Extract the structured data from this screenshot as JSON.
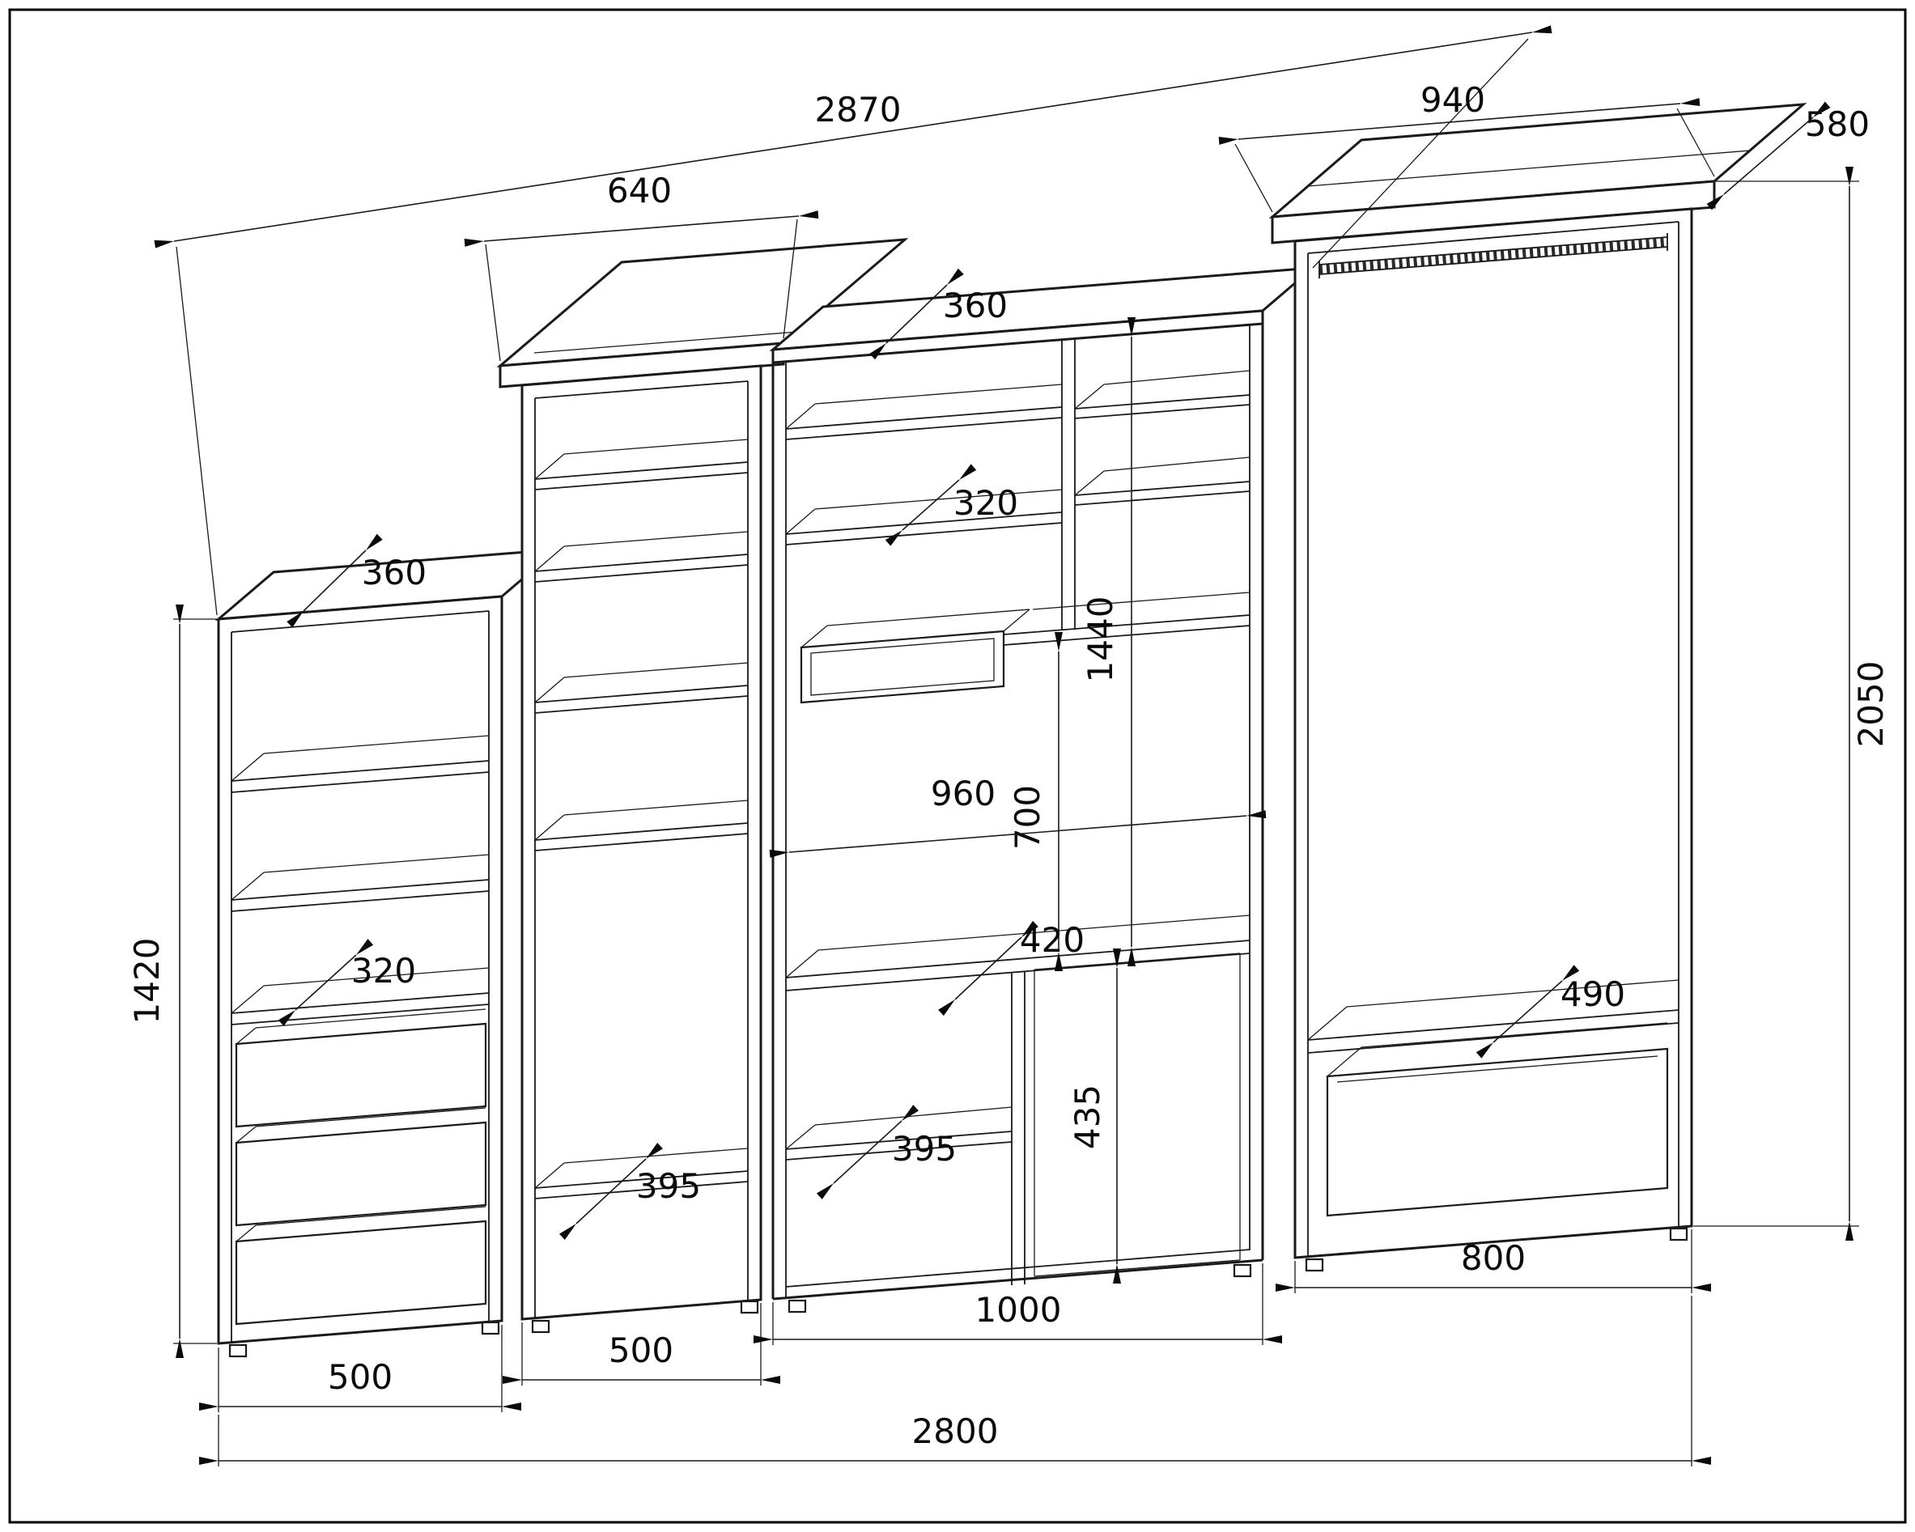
{
  "drawing": {
    "kind": "furniture wall-unit dimensional drawing",
    "colors": {
      "ink": "#1a1a1a",
      "background": "#ffffff"
    }
  },
  "dims": {
    "overall_top_width": "2870",
    "wardrobe_top_width": "940",
    "wardrobe_top_depth": "580",
    "tall_cabinet_top_width": "640",
    "center_top_depth": "360",
    "left_cabinet_top_depth": "360",
    "left_shelf_depth": "320",
    "center_shelf_depth": "320",
    "center_opening_height": "1440",
    "tv_niche_height": "700",
    "tv_niche_width": "960",
    "tv_shelf_depth": "420",
    "wardrobe_shelf_depth": "490",
    "wardrobe_height": "2050",
    "left_cabinet_height": "1420",
    "lower_niche_height": "435",
    "tall_cabinet_shelf_depth": "395",
    "center_lower_shelf_depth": "395",
    "left_cabinet_width": "500",
    "tall_cabinet_width": "500",
    "center_width": "1000",
    "wardrobe_width": "800",
    "overall_width": "2800"
  }
}
